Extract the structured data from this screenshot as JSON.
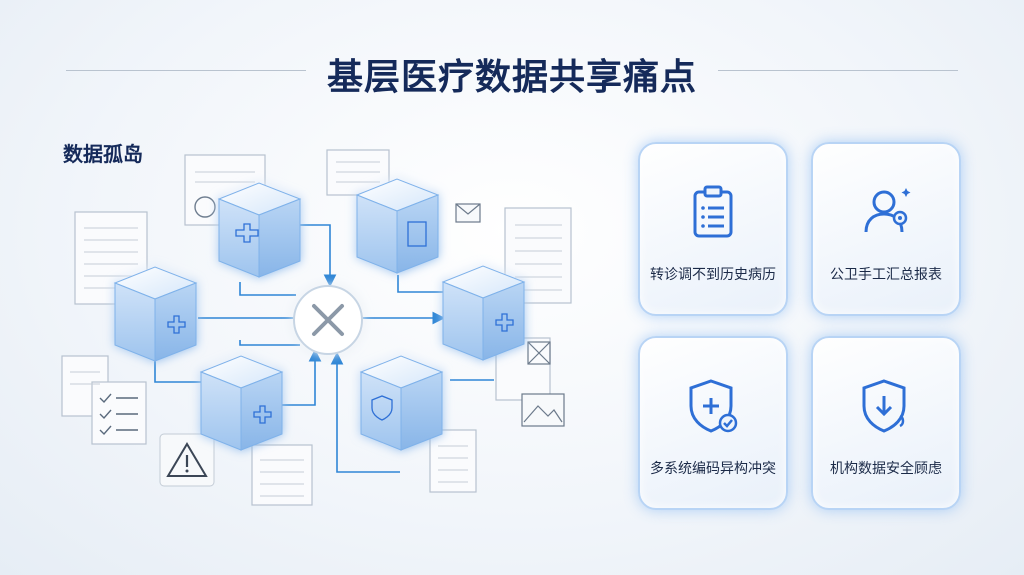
{
  "title": "基层医疗数据共享痛点",
  "section_label": "数据孤岛",
  "diagram": {
    "center": "x-mark-icon",
    "nodes": [
      "medical-cross-cube",
      "hospital-cube",
      "calculator-cube",
      "medical-cross-cube",
      "shield-cube",
      "medical-cross-cube"
    ]
  },
  "cards": [
    {
      "label": "转诊调不到历史病历",
      "icon": "clipboard-icon"
    },
    {
      "label": "公卫手工汇总报表",
      "icon": "user-icon"
    },
    {
      "label": "多系统编码异构冲突",
      "icon": "shield-plus-icon"
    },
    {
      "label": "机构数据安全顾虑",
      "icon": "shield-down-icon"
    }
  ],
  "colors": {
    "accent": "#2e6fd6",
    "title": "#152a5a",
    "card_border": "#b8d4f5"
  }
}
